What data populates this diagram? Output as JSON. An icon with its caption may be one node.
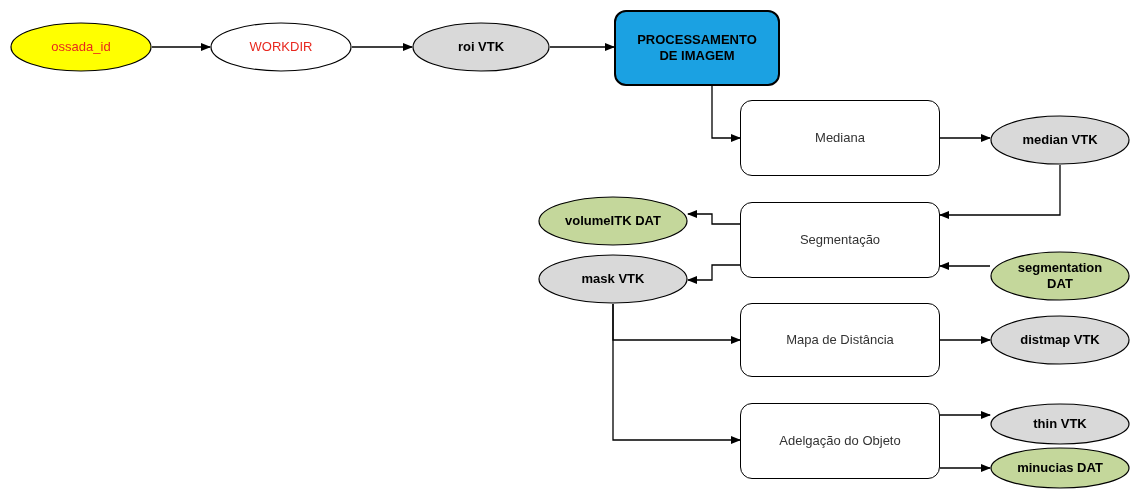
{
  "diagram": {
    "nodes": [
      {
        "text": [
          "ossada_id"
        ]
      },
      {
        "text": [
          "WORKDIR"
        ]
      },
      {
        "text": [
          "roi VTK"
        ]
      },
      {
        "text": [
          "PROCESSAMENTO DE IMAGEM"
        ]
      },
      {
        "text": [
          "Mediana"
        ]
      },
      {
        "text": [
          "median VTK"
        ]
      },
      {
        "text": [
          "volumeITK DAT"
        ]
      },
      {
        "text": [
          "Segmentação"
        ]
      },
      {
        "text": [
          "segmentation DAT"
        ]
      },
      {
        "text": [
          "mask VTK"
        ]
      },
      {
        "text": [
          "Mapa de Distância"
        ]
      },
      {
        "text": [
          "distmap VTK"
        ]
      },
      {
        "text": [
          "Adelgação do Objeto"
        ]
      },
      {
        "text": [
          "thin VTK"
        ]
      },
      {
        "text": [
          "minucias DAT"
        ]
      }
    ],
    "edges": [
      {
        "from": 0,
        "to": 1,
        "arrow": "to"
      },
      {
        "from": 1,
        "to": 2,
        "arrow": "to"
      },
      {
        "from": 2,
        "to": 3,
        "arrow": "to"
      },
      {
        "from": 3,
        "to": 4,
        "arrow": "to"
      },
      {
        "from": 4,
        "to": 5,
        "arrow": "to"
      },
      {
        "from": 5,
        "to": 7,
        "arrow": "to"
      },
      {
        "from": 7,
        "to": 6,
        "arrow": "to"
      },
      {
        "from": 7,
        "to": 9,
        "arrow": "to"
      },
      {
        "from": 8,
        "to": 7,
        "arrow": "to"
      },
      {
        "from": 9,
        "to": 10,
        "arrow": "to"
      },
      {
        "from": 9,
        "to": 12,
        "arrow": "to"
      },
      {
        "from": 10,
        "to": 11,
        "arrow": "to"
      },
      {
        "from": 12,
        "to": 13,
        "arrow": "to"
      },
      {
        "from": 12,
        "to": 14,
        "arrow": "to"
      }
    ]
  }
}
